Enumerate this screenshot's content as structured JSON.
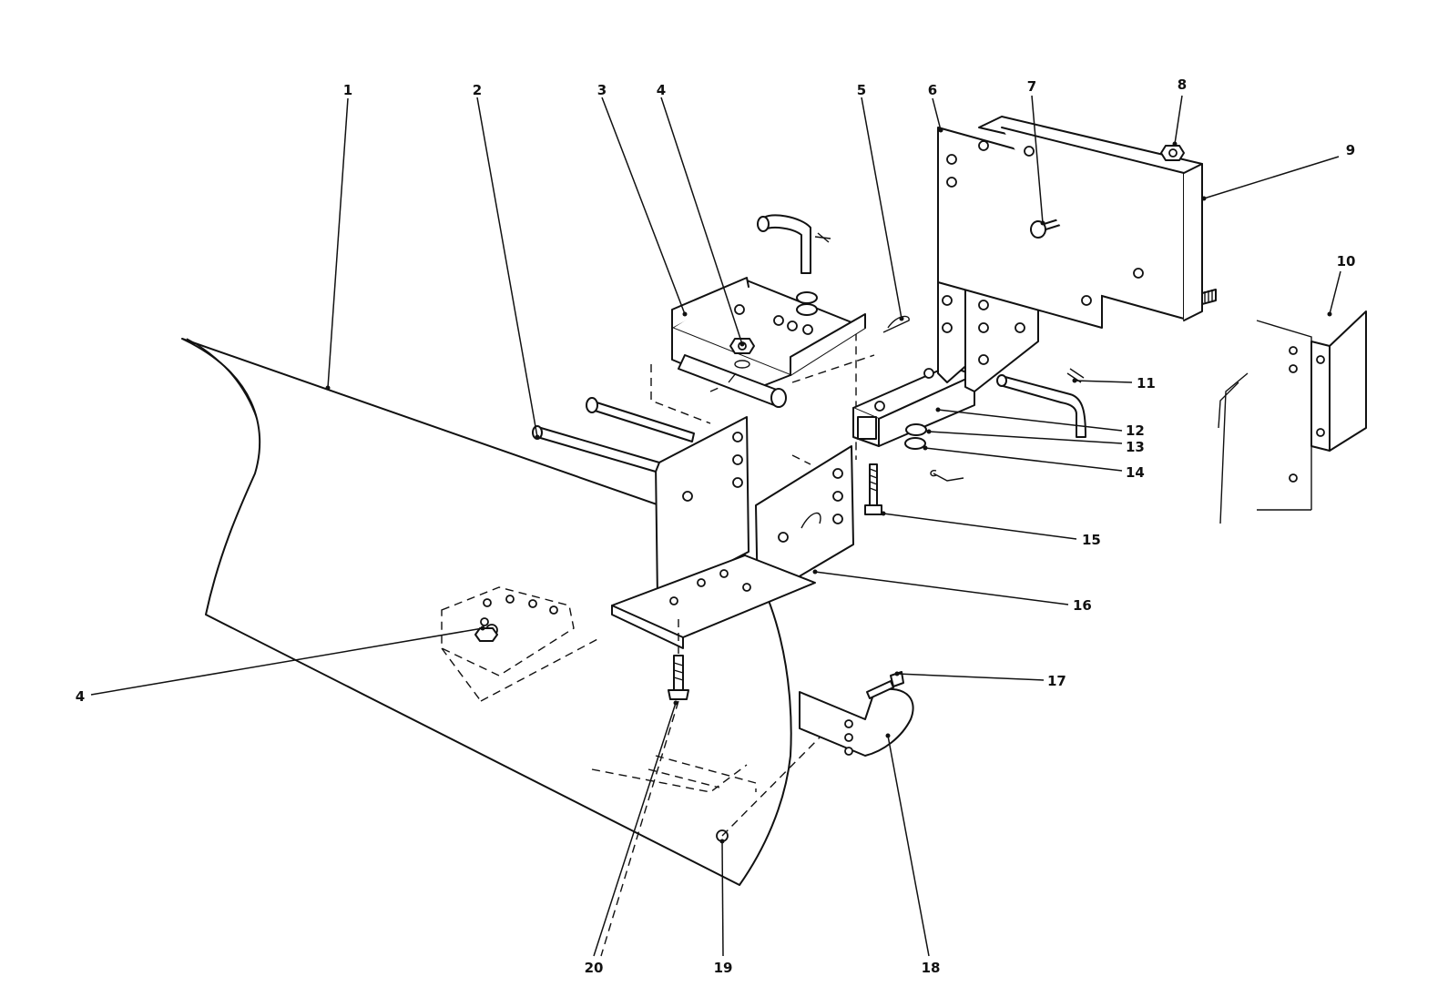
{
  "callouts": [
    {
      "id": "c1",
      "text": "1"
    },
    {
      "id": "c2",
      "text": "2"
    },
    {
      "id": "c3",
      "text": "3"
    },
    {
      "id": "c4a",
      "text": "4"
    },
    {
      "id": "c4b",
      "text": "4"
    },
    {
      "id": "c5",
      "text": "5"
    },
    {
      "id": "c6",
      "text": "6"
    },
    {
      "id": "c7",
      "text": "7"
    },
    {
      "id": "c8",
      "text": "8"
    },
    {
      "id": "c9",
      "text": "9"
    },
    {
      "id": "c10",
      "text": "10"
    },
    {
      "id": "c11",
      "text": "11"
    },
    {
      "id": "c12",
      "text": "12"
    },
    {
      "id": "c13",
      "text": "13"
    },
    {
      "id": "c14",
      "text": "14"
    },
    {
      "id": "c15",
      "text": "15"
    },
    {
      "id": "c16",
      "text": "16"
    },
    {
      "id": "c17",
      "text": "17"
    },
    {
      "id": "c18",
      "text": "18"
    },
    {
      "id": "c19",
      "text": "19"
    },
    {
      "id": "c20",
      "text": "20"
    }
  ]
}
